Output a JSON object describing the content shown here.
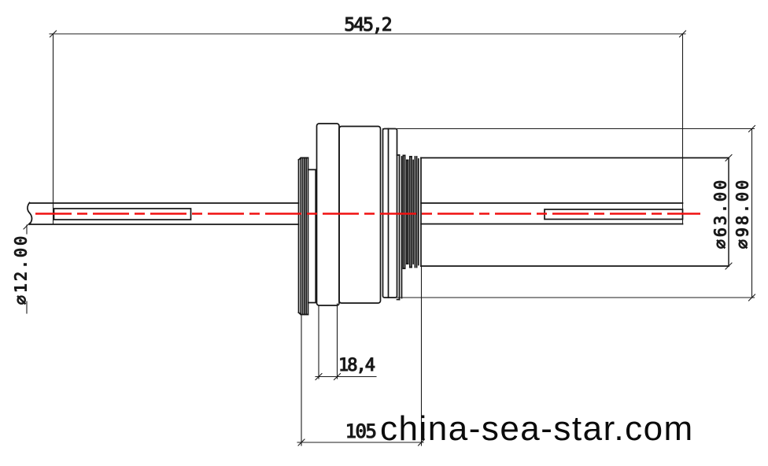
{
  "drawing_type": "engineering-drawing-shaft-drum-assembly",
  "watermark": "china-sea-star.com",
  "dims": {
    "overall_length": "545,2",
    "shaft_dia": "∅12.00",
    "drum_dia": "∅63.00",
    "flange_dia": "∅98.00",
    "hub_width": "18,4",
    "housing_length": "105"
  },
  "colors": {
    "outline": "#161616",
    "dimension": "#1c1c1c",
    "centerline": "#f01010",
    "background": "#ffffff",
    "watermark": "#0b0b0b"
  }
}
